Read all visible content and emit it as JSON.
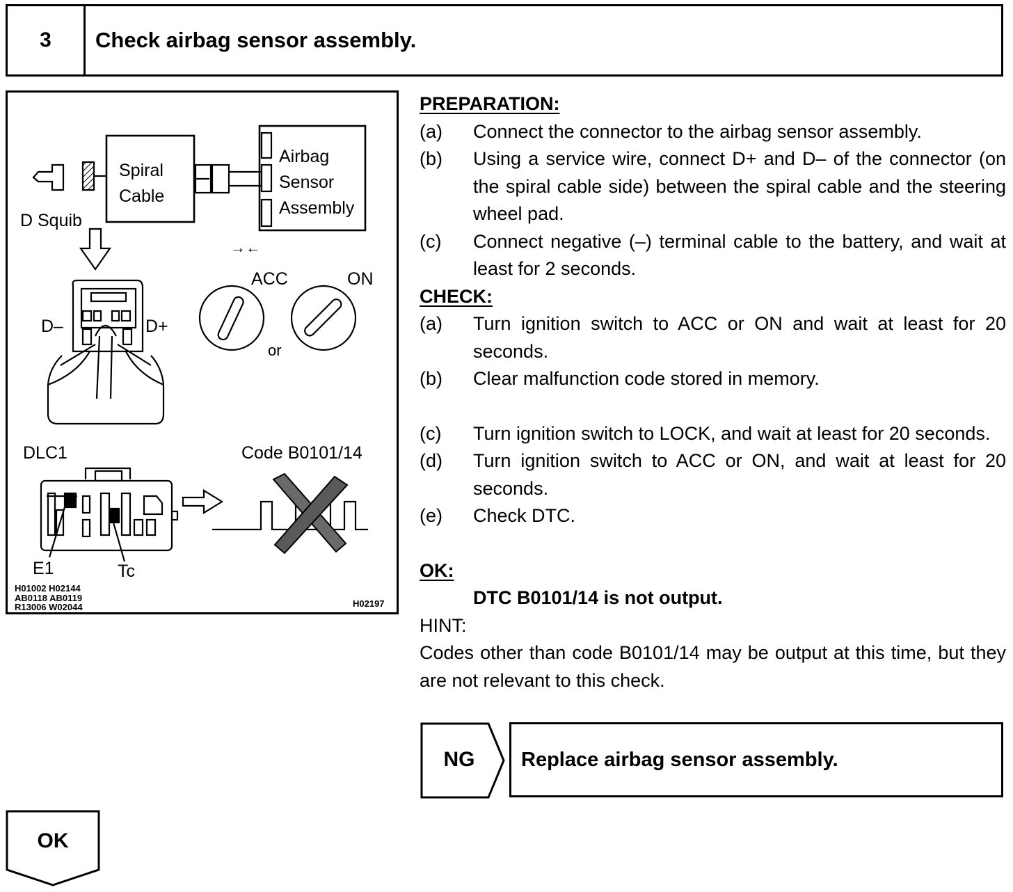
{
  "header": {
    "step_number": "3",
    "title": "Check airbag sensor assembly."
  },
  "figure": {
    "labels": {
      "spiral_cable": "Spiral\nCable",
      "airbag_sensor": "Airbag\nSensor\nAssembly",
      "d_squib": "D Squib",
      "arrows": "→←",
      "acc": "ACC",
      "on": "ON",
      "or": "or",
      "d_minus": "D–",
      "d_plus": "D+",
      "dlc1": "DLC1",
      "code": "Code B0101/14",
      "e1": "E1",
      "tc": "Tc"
    },
    "ref_codes": "H01002 H02144\nAB0118 AB0119\nR13006 W02044",
    "figure_id": "H02197"
  },
  "preparation": {
    "heading": "PREPARATION:",
    "items": [
      {
        "label": "(a)",
        "text": "Connect the connector to the airbag sensor assembly."
      },
      {
        "label": "(b)",
        "text": "Using a service wire, connect D+ and D– of the connector (on the spiral cable side) between the spiral cable and the steering wheel pad."
      },
      {
        "label": "(c)",
        "text": "Connect negative (–) terminal cable to the battery, and wait at least for 2 seconds."
      }
    ]
  },
  "check": {
    "heading": "CHECK:",
    "items": [
      {
        "label": "(a)",
        "text": "Turn ignition switch to ACC or ON and wait at least for 20 seconds."
      },
      {
        "label": "(b)",
        "text": "Clear malfunction code stored in memory."
      },
      {
        "label": "(c)",
        "text": "Turn ignition switch to LOCK, and wait at least for 20 seconds."
      },
      {
        "label": "(d)",
        "text": "Turn ignition switch to ACC or ON, and wait at least for 20 seconds."
      },
      {
        "label": "(e)",
        "text": "Check DTC."
      }
    ]
  },
  "ok": {
    "heading": "OK:",
    "text": "DTC B0101/14 is not output."
  },
  "hint": {
    "heading": "HINT:",
    "text": "Codes other than code B0101/14 may be output at this time, but they are not relevant to this check."
  },
  "ng": {
    "label": "NG",
    "action": "Replace airbag sensor assembly."
  },
  "ok_flow": {
    "label": "OK"
  }
}
